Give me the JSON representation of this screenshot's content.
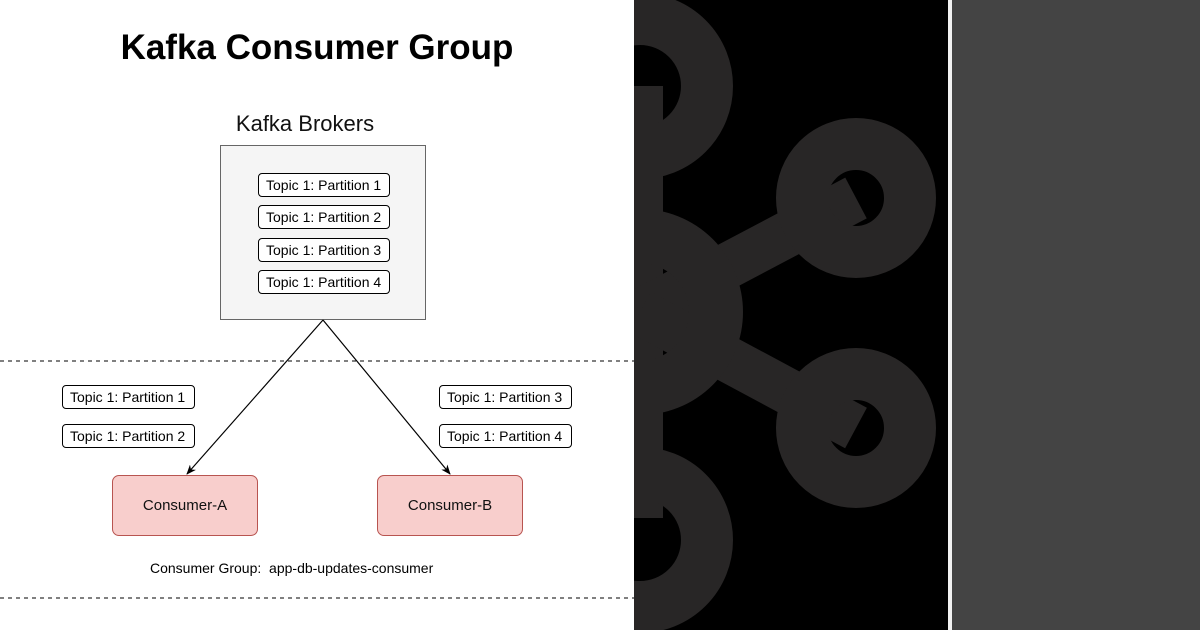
{
  "diagram": {
    "title": "Kafka Consumer Group",
    "brokers": {
      "label": "Kafka Brokers",
      "partitions": [
        "Topic 1: Partition 1",
        "Topic 1: Partition 2",
        "Topic 1: Partition 3",
        "Topic 1: Partition 4"
      ]
    },
    "consumers": [
      {
        "name": "Consumer-A",
        "partitions": [
          "Topic 1: Partition 1",
          "Topic 1: Partition 2"
        ]
      },
      {
        "name": "Consumer-B",
        "partitions": [
          "Topic 1: Partition 3",
          "Topic 1: Partition 4"
        ]
      }
    ],
    "consumer_group": "Consumer Group:  app-db-updates-consumer"
  },
  "colors": {
    "consumer_fill": "#f8cecc",
    "consumer_border": "#b85450",
    "broker_fill": "#f5f5f5",
    "logo_shape": "#282626",
    "dark_panel": "#000000",
    "gray_panel": "#444444"
  },
  "icons": {
    "logo": "kafka-logo-icon"
  }
}
